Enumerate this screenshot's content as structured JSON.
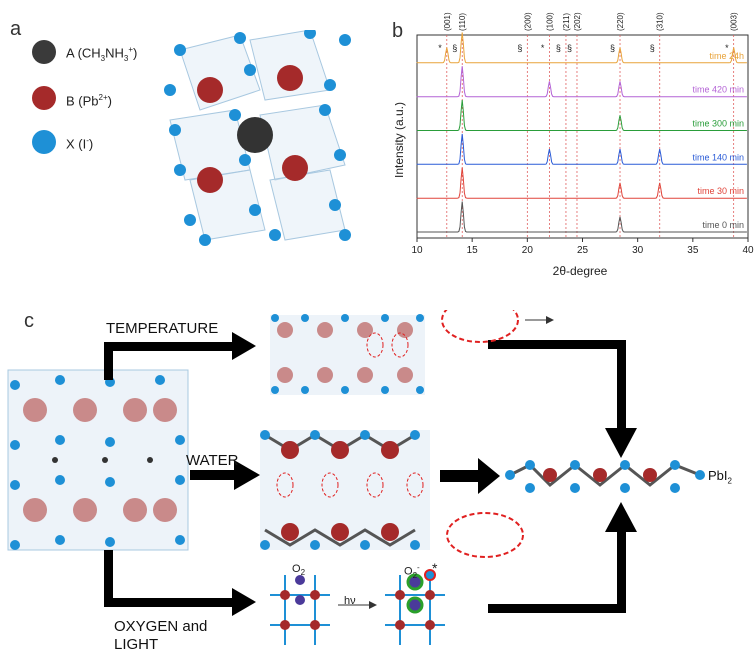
{
  "panels": {
    "a": "a",
    "b": "b",
    "c": "c"
  },
  "legend": {
    "items": [
      {
        "label": "A (CH",
        "sub1": "3",
        "mid": "NH",
        "sub2": "3",
        "sup": "+",
        "tail": ")",
        "color": "#3a3a3a"
      },
      {
        "label": "B (Pb",
        "sup": "2+",
        "tail": ")",
        "color": "#a52a2a"
      },
      {
        "label": "X (I",
        "sup": "-",
        "tail": ")",
        "color": "#1e90d6"
      }
    ]
  },
  "chart_data": {
    "type": "line",
    "ylabel": "Intensity (a.u.)",
    "xlabel": "2θ-degree",
    "xlim": [
      10,
      40
    ],
    "xticks": [
      "10",
      "15",
      "20",
      "25",
      "30",
      "35",
      "40"
    ],
    "series": [
      {
        "name": "time 0 min",
        "color": "#555555",
        "peaks": [
          14.1,
          28.4
        ]
      },
      {
        "name": "time 30 min",
        "color": "#e0443a",
        "peaks": [
          14.1,
          28.4,
          32.0
        ]
      },
      {
        "name": "time 140 min",
        "color": "#2a5bd7",
        "peaks": [
          14.1,
          22.0,
          28.4,
          32.0
        ]
      },
      {
        "name": "time 300 min",
        "color": "#2a9d3a",
        "peaks": [
          14.1,
          28.4
        ]
      },
      {
        "name": "time 420 min",
        "color": "#b463d6",
        "peaks": [
          14.1,
          22.0,
          28.4
        ]
      },
      {
        "name": "time 24h",
        "color": "#e8a33a",
        "peaks": [
          12.7,
          14.1,
          28.4,
          38.7
        ]
      }
    ],
    "peak_labels": [
      {
        "x": 12.7,
        "label": "(001)",
        "mark": "*"
      },
      {
        "x": 14.1,
        "label": "(110)",
        "mark": "§"
      },
      {
        "x": 20.0,
        "label": "(200)",
        "mark": "§"
      },
      {
        "x": 22.0,
        "label": "(100)",
        "mark": "*"
      },
      {
        "x": 23.5,
        "label": "(211)",
        "mark": "§"
      },
      {
        "x": 24.5,
        "label": "(202)",
        "mark": "§"
      },
      {
        "x": 28.4,
        "label": "(220)",
        "mark": "§"
      },
      {
        "x": 32.0,
        "label": "(310)",
        "mark": "§"
      },
      {
        "x": 38.7,
        "label": "(003)",
        "mark": "*"
      }
    ]
  },
  "panel_c": {
    "temperature": "TEMPERATURE",
    "water": "WATER",
    "oxygen_line1": "OXYGEN and",
    "oxygen_line2": "LIGHT",
    "product": "PbI",
    "product_sub": "2",
    "o2": "O",
    "o2_sub": "2",
    "o2_minus": "O",
    "o2_minus_sub": "2",
    "o2_minus_sup": "-",
    "hv": "hν",
    "star": "*"
  }
}
